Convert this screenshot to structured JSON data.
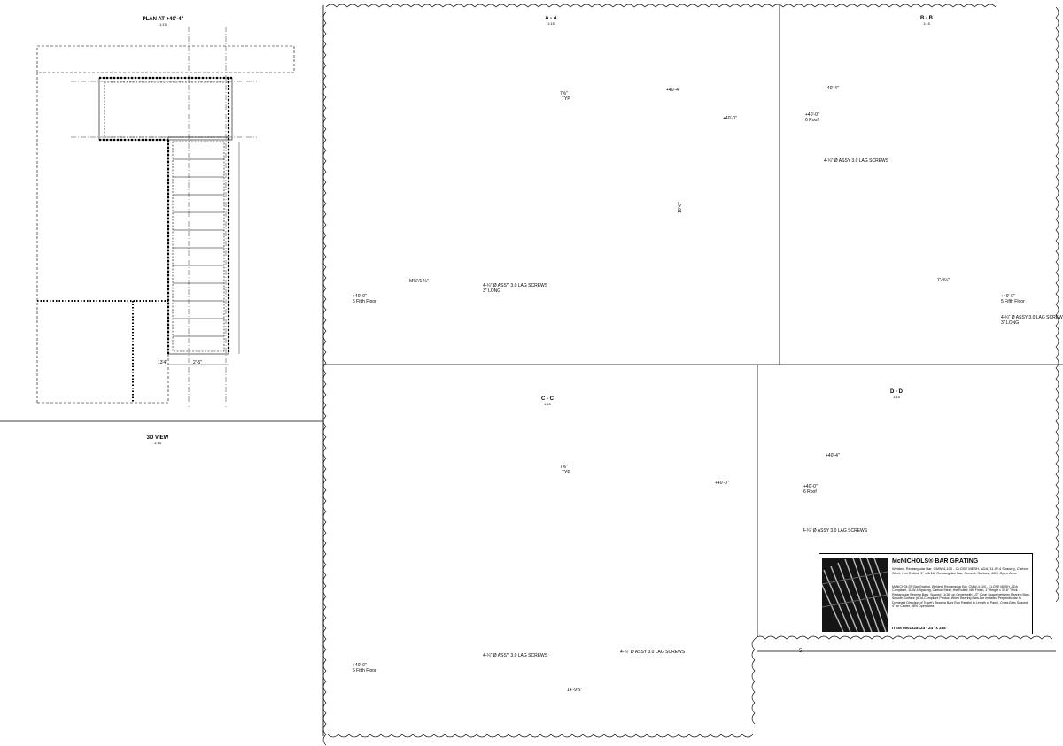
{
  "views": {
    "plan": {
      "title": "PLAN AT +40'-4\"",
      "scale": "1:15"
    },
    "view3d": {
      "title": "3D VIEW",
      "scale": "1:15"
    },
    "section_aa": {
      "title": "A - A",
      "scale": "1:15"
    },
    "section_bb": {
      "title": "B - B",
      "scale": "1:15"
    },
    "section_cc": {
      "title": "C - C",
      "scale": "1:15"
    },
    "section_dd": {
      "title": "D - D",
      "scale": "1:15"
    }
  },
  "annotations": {
    "elev_top": "+40'-4\"",
    "elev_bottom": "+40'-0\"",
    "elev_6th": "+40'-0\"",
    "fifth_floor": "5 Fifth Floor",
    "sixth_roof": "6 Roof",
    "screws": "4-¼\" Ø ASSY 3.0 LAG SCREWS",
    "screws_len": "3\" LONG",
    "typ": "TYP",
    "riser": "7⅝\"",
    "run_width": "2'-5\"",
    "plan_width": "13'4\"",
    "height_aa": "10'-0\"",
    "bb_dim": "7'-9¼\"",
    "cc_run": "14'-9⅝\"",
    "mw": "M⅜\"/1 ⅛\""
  },
  "product": {
    "title": "McNICHOLS® BAR GRATING",
    "description": "Welded, Rectangular Bar, CMW-4-100 - CLOSE MESH, ADA, 11-W-4 Spacing, Carbon Steel, Hot Rolled, 1\" x 3/16\" Rectangular Bar, Smooth Surface, 68% Open Area",
    "detail": "McNICHOLS® Bar Grating, Welded, Rectangular Bar, CMW-4-100 - CLOSE MESH, ADA Compliant, 11-W-4 Spacing, Carbon Steel, Hot Rolled, Mill Finish, 1\" Height x 3/16\" Thick Rectangular Bearing Bars, Spaced 11/16\" on Center with 1/2\" Clear Space between Bearing Bars, Smooth Surface (ADA Compliant Product When Bearing Bars Are Installed Perpendicular to Dominant Direction of Travel), Bearing Bars Run Parallel to Length of Panel, Cross Bars Spaced 4\" on Center, 68% Open Area",
    "item": "ITEM 6601328124 - 24\" x 288\""
  },
  "sheet_number": "5",
  "colors": {
    "ink": "#000000",
    "hatch": "#555555",
    "paper": "#ffffff"
  }
}
